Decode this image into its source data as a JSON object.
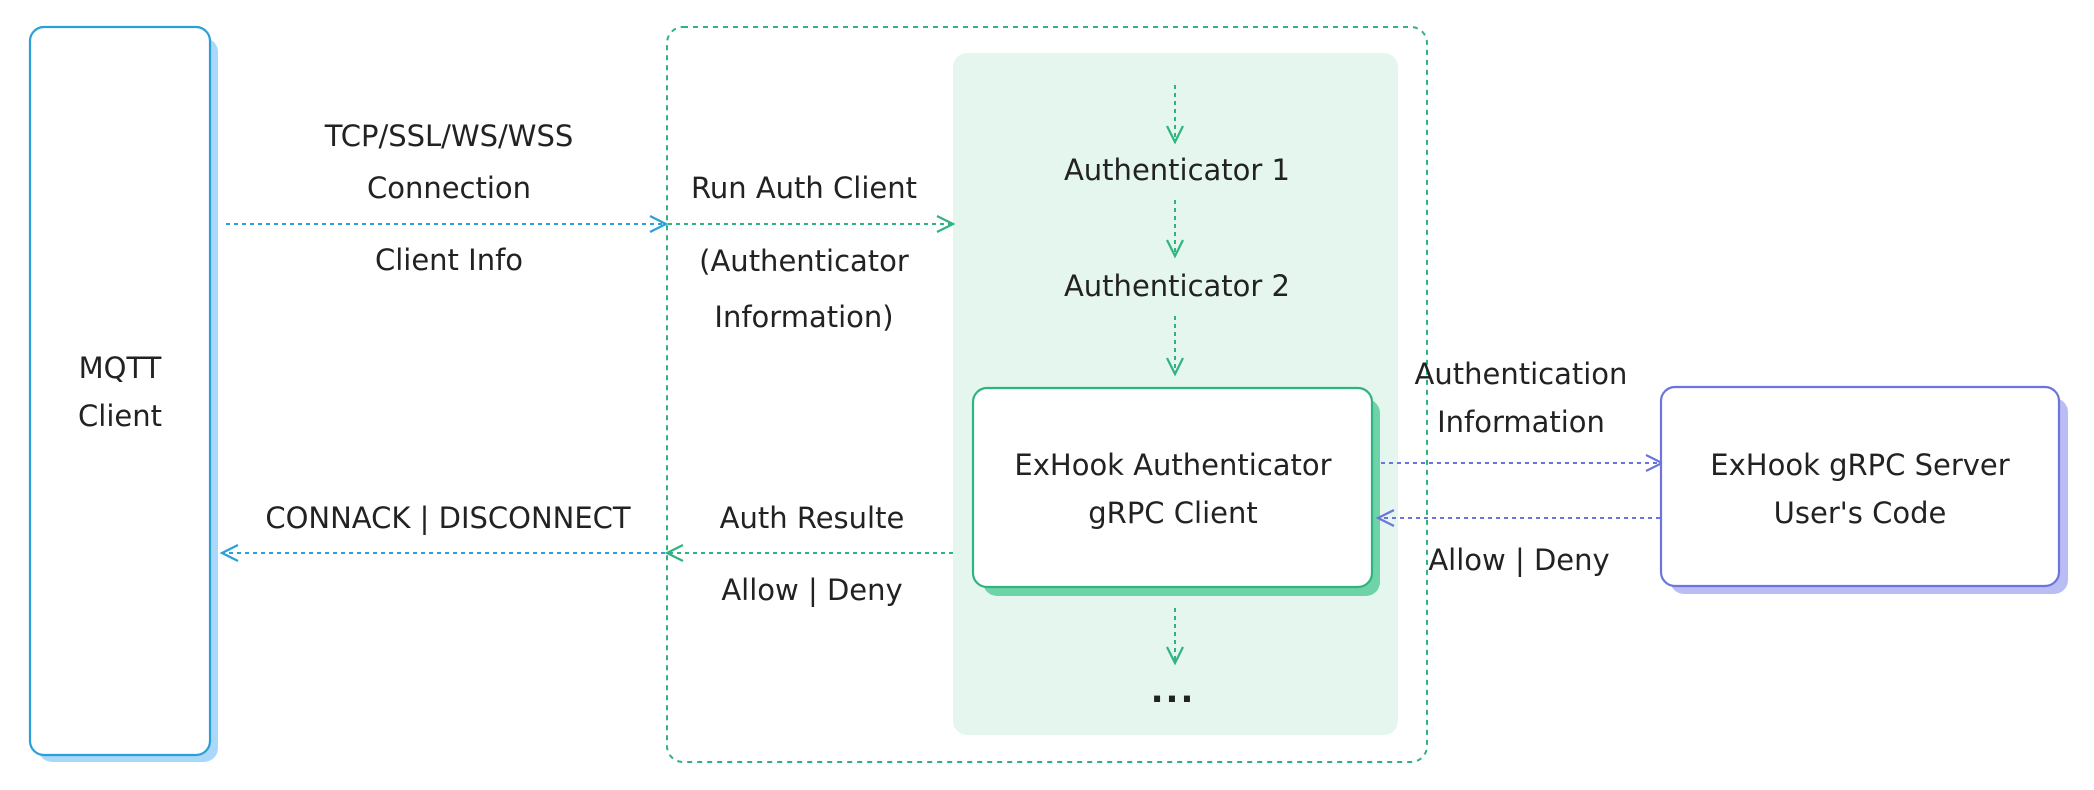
{
  "colors": {
    "mqtt_border": "#2a9fd8",
    "mqtt_shadow": "#a9d8f8",
    "broker_border": "#2fb380",
    "auth_panel": "#e5f6ef",
    "exhook_shadow": "#6fd3a8",
    "server_border": "#6b75dd",
    "server_shadow": "#b9bdf3",
    "arrow_blue": "#2a9fd8",
    "arrow_green": "#2fb380",
    "arrow_purple": "#6b75dd"
  },
  "mqtt_client": {
    "line1": "MQTT",
    "line2": "Client"
  },
  "connection": {
    "line1": "TCP/SSL/WS/WSS",
    "line2": "Connection",
    "line3": "Client Info"
  },
  "run_auth": {
    "line1": "Run Auth Client",
    "line2": "(Authenticator",
    "line3": "Information)"
  },
  "chain": {
    "authenticator1": "Authenticator 1",
    "authenticator2": "Authenticator 2",
    "ellipsis": "..."
  },
  "exhook_client": {
    "line1": "ExHook Authenticator",
    "line2": "gRPC Client"
  },
  "auth_info": {
    "line1": "Authentication",
    "line2": "Information"
  },
  "exhook_server": {
    "line1": "ExHook gRPC Server",
    "line2": "User's Code"
  },
  "server_reply": "Allow | Deny",
  "auth_result": {
    "line1": "Auth Resulte",
    "line2": "Allow | Deny"
  },
  "client_reply": "CONNACK | DISCONNECT"
}
